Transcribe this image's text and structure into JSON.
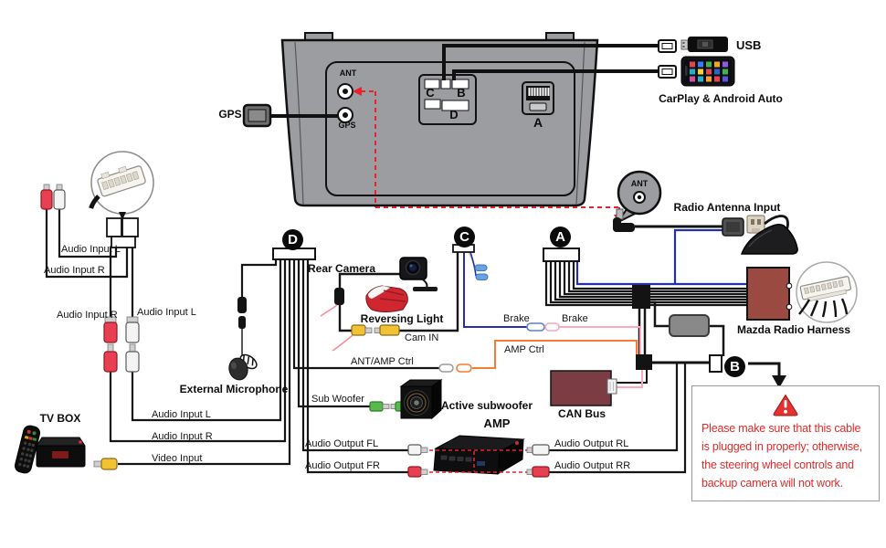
{
  "head_unit": {
    "ant": "ANT",
    "gps": "GPS",
    "slot_c": "C",
    "slot_b": "B",
    "slot_d": "D",
    "slot_a": "A"
  },
  "gps_module_label": "GPS",
  "usb_label": "USB",
  "carplay_label": "CarPlay & Android Auto",
  "ant_callout_label": "ANT",
  "radio_antenna_input_label": "Radio Antenna Input",
  "mazda_radio_harness_label": "Mazda Radio Harness",
  "badges": {
    "a": "A",
    "b": "B",
    "c": "C",
    "d": "D"
  },
  "camera": {
    "rear_camera": "Rear Camera",
    "reversing_light": "Reversing Light",
    "cam_in": "Cam IN"
  },
  "wire_labels": {
    "brake_left": "Brake",
    "brake_right": "Brake",
    "amp_ctrl": "AMP Ctrl",
    "ant_amp_ctrl": "ANT/AMP Ctrl",
    "sub_woofer": "Sub Woofer",
    "audio_output_fl": "Audio Output FL",
    "audio_output_fr": "Audio Output FR",
    "audio_output_rl": "Audio Output RL",
    "audio_output_rr": "Audio Output RR",
    "video_input": "Video Input",
    "audio_input_l_top": "Audio Input L",
    "audio_input_r_top": "Audio Input R",
    "audio_input_r_mid": "Audio Input R",
    "audio_input_l_mid": "Audio Input L",
    "audio_input_l_bottom": "Audio Input L",
    "audio_input_r_bottom": "Audio Input R"
  },
  "devices": {
    "external_microphone": "External Microphone",
    "active_subwoofer": "Active subwoofer",
    "amp": "AMP",
    "can_bus": "CAN Bus",
    "tv_box": "TV BOX"
  },
  "warning": {
    "text": "Please make sure that this cable\nis plugged in properly; otherwise,\nthe steering wheel controls and\nbackup camera will not work."
  },
  "colors": {
    "wire_blue": "#2330a8",
    "wire_pink": "#ffa8bc",
    "wire_orange": "#f97a31",
    "dashed_red": "#e8212b",
    "harness_box": "#9a4a41",
    "can_bus_box": "#7b3c44",
    "warning_text": "#e02b2b"
  }
}
